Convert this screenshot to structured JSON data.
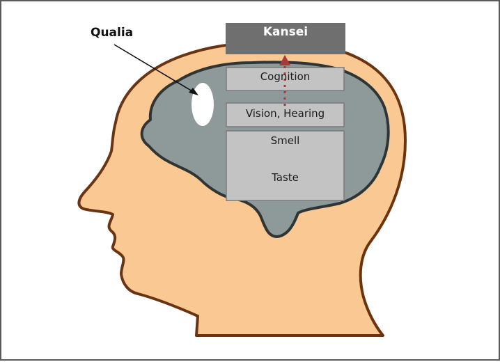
{
  "labels": {
    "qualia": "Qualia",
    "kansei": "Kansei",
    "cognition": "Cognition",
    "vision_hearing": "Vision, Hearing",
    "smell": "Smell",
    "taste": "Taste"
  },
  "colors": {
    "skin": "#f9c893",
    "outline": "#6b3411",
    "brain": "#8e9999",
    "brain_outline": "#2f3535",
    "box_fill": "#c3c3c3",
    "box_border": "#7a7a7a",
    "kansei_fill": "#6f6f6f",
    "arrow": "#a8383a",
    "frame": "#5a5a5a"
  },
  "icons": {
    "head": "human-head-profile",
    "brain": "brain-silhouette",
    "qualia": "white-oval"
  }
}
